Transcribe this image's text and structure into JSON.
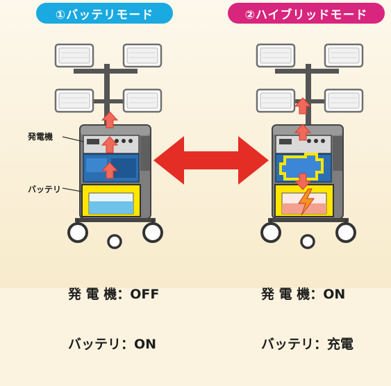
{
  "left": {
    "title": "①バッテリモード",
    "color": "#1aa9e0",
    "status": [
      {
        "label": "発 電 機",
        "value": "：OFF"
      },
      {
        "label": "バッテリ",
        "value": "：ON"
      }
    ]
  },
  "right": {
    "title": "②ハイブリッドモード",
    "color": "#d8257d",
    "status": [
      {
        "label": "発 電 機",
        "value": "：ON"
      },
      {
        "label": "バッテリ",
        "value": "：充電"
      }
    ]
  },
  "labels": {
    "generator": "発電機",
    "battery": "バッテリ"
  },
  "colors": {
    "arrow": "#e42d24",
    "body": "#7b7b7b",
    "panel": "#2c6fb1",
    "highlight": "#ffe600"
  },
  "icons": [
    "light-fixture-icon",
    "double-arrow-icon",
    "lightning-icon",
    "flow-arrow-icon"
  ]
}
